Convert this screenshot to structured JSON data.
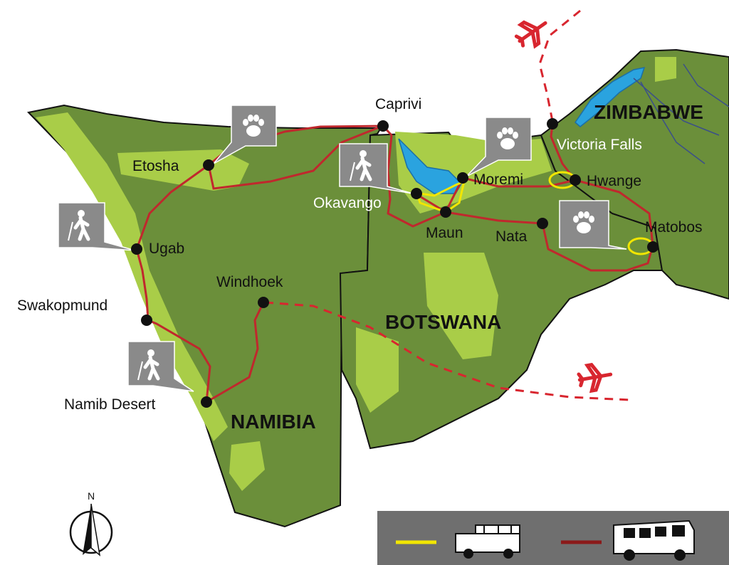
{
  "countries": {
    "namibia": "NAMIBIA",
    "botswana": "BOTSWANA",
    "zimbabwe": "ZIMBABWE"
  },
  "places": {
    "caprivi": "Caprivi",
    "etosha": "Etosha",
    "okavango": "Okavango",
    "moremi": "Moremi",
    "maun": "Maun",
    "nata": "Nata",
    "victoria_falls": "Victoria Falls",
    "hwange": "Hwange",
    "matobos": "Matobos",
    "ugab": "Ugab",
    "windhoek": "Windhoek",
    "swakopmund": "Swakopmund",
    "namib_desert": "Namib Desert"
  },
  "compass": {
    "north": "N"
  },
  "activities": [
    {
      "place": "Etosha",
      "icon": "paw-print-icon"
    },
    {
      "place": "Moremi",
      "icon": "paw-print-icon"
    },
    {
      "place": "Matobos",
      "icon": "paw-print-icon"
    },
    {
      "place": "Okavango",
      "icon": "hiker-icon"
    },
    {
      "place": "Ugab",
      "icon": "hiker-icon"
    },
    {
      "place": "Namib Desert",
      "icon": "hiker-icon"
    }
  ],
  "legend": [
    {
      "color": "#f2e600",
      "icon": "safari-jeep-icon"
    },
    {
      "color": "#8b1a1a",
      "icon": "overland-truck-icon"
    }
  ],
  "colors": {
    "land_dark": "#6b8f3a",
    "land_light": "#a9cd48",
    "water": "#2aa3df",
    "route_truck": "#c0282d",
    "route_jeep": "#f2e600",
    "flight": "#d8262f",
    "icon_box": "#8a8a8a",
    "legend_bg": "#6f6f6f"
  }
}
